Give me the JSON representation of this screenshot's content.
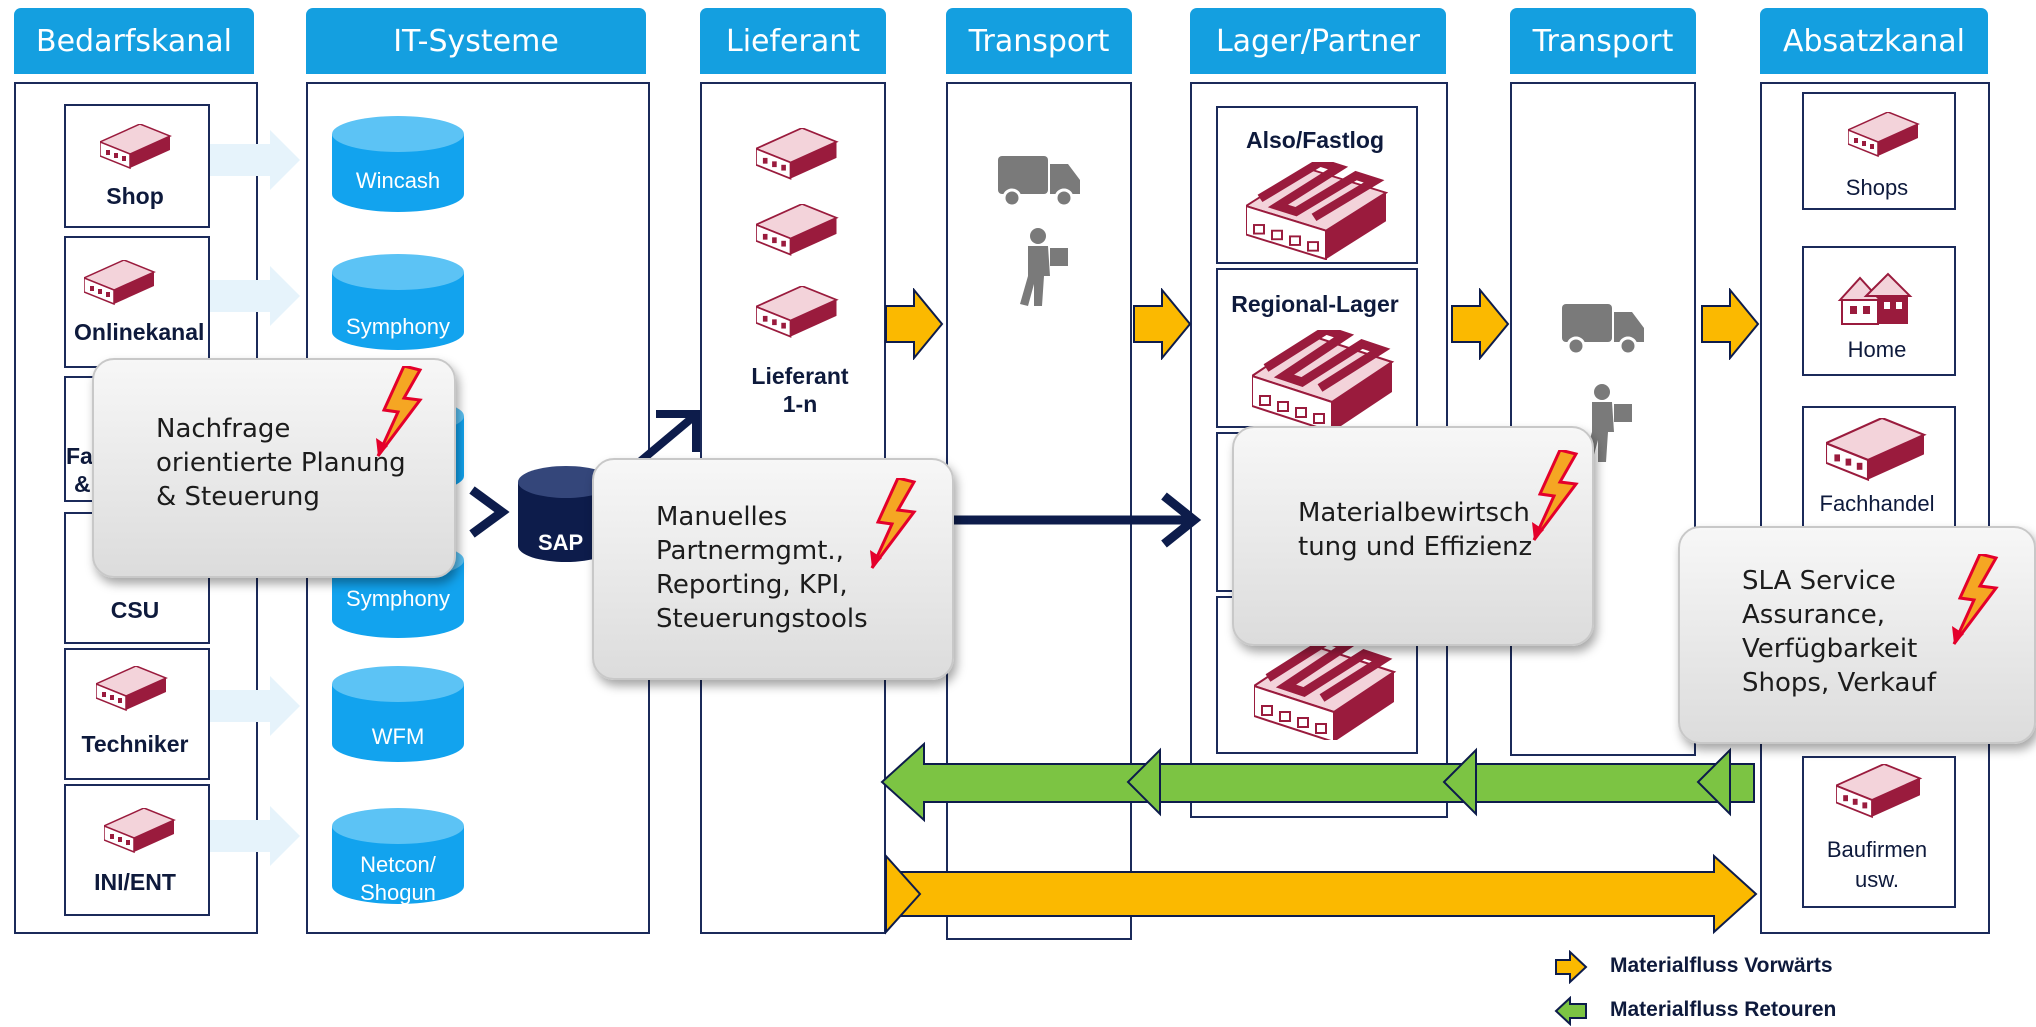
{
  "headers": {
    "bedarfskanal": "Bedarfskanal",
    "it_systeme": "IT-Systeme",
    "lieferant": "Lieferant",
    "transport1": "Transport",
    "lager_partner": "Lager/Partner",
    "transport2": "Transport",
    "absatzkanal": "Absatzkanal"
  },
  "bedarfskanal_items": [
    "Shop",
    "Onlinekanal",
    "Fa",
    "&",
    "CSU",
    "Techniker",
    "INI/ENT"
  ],
  "it_systems": [
    "Wincash",
    "Symphony",
    "Symphony",
    "WFM",
    "Netcon/",
    "Shogun",
    "SAP"
  ],
  "lieferant": {
    "label_line1": "Lieferant",
    "label_line2": "1-n"
  },
  "lager": [
    "Also/Fastlog",
    "Regional-Lager"
  ],
  "absatz_items": [
    "Shops",
    "Home",
    "Fachhandel",
    "Baufirmen",
    "usw."
  ],
  "callouts": {
    "nachfrage": [
      "Nachfrage",
      "orientierte Planung",
      "& Steuerung"
    ],
    "manuelles": [
      "Manuelles",
      "Partnermgmt.,",
      "Reporting, KPI,",
      "Steuerungstools"
    ],
    "material": [
      "Materialbewirtsch",
      "tung und Effizienz"
    ],
    "sla": [
      "SLA Service",
      "Assurance,",
      "Verfügbarkeit",
      "Shops, Verkauf"
    ]
  },
  "legend": {
    "forward": "Materialfluss Vorwärts",
    "returns": "Materialfluss Retouren"
  },
  "colors": {
    "header_blue": "#149fe0",
    "db_blue": "#12a3ee",
    "navy": "#0d1c4b",
    "forward_orange": "#fbb900",
    "return_green": "#7cc443",
    "building_red": "#9a1b3d"
  }
}
